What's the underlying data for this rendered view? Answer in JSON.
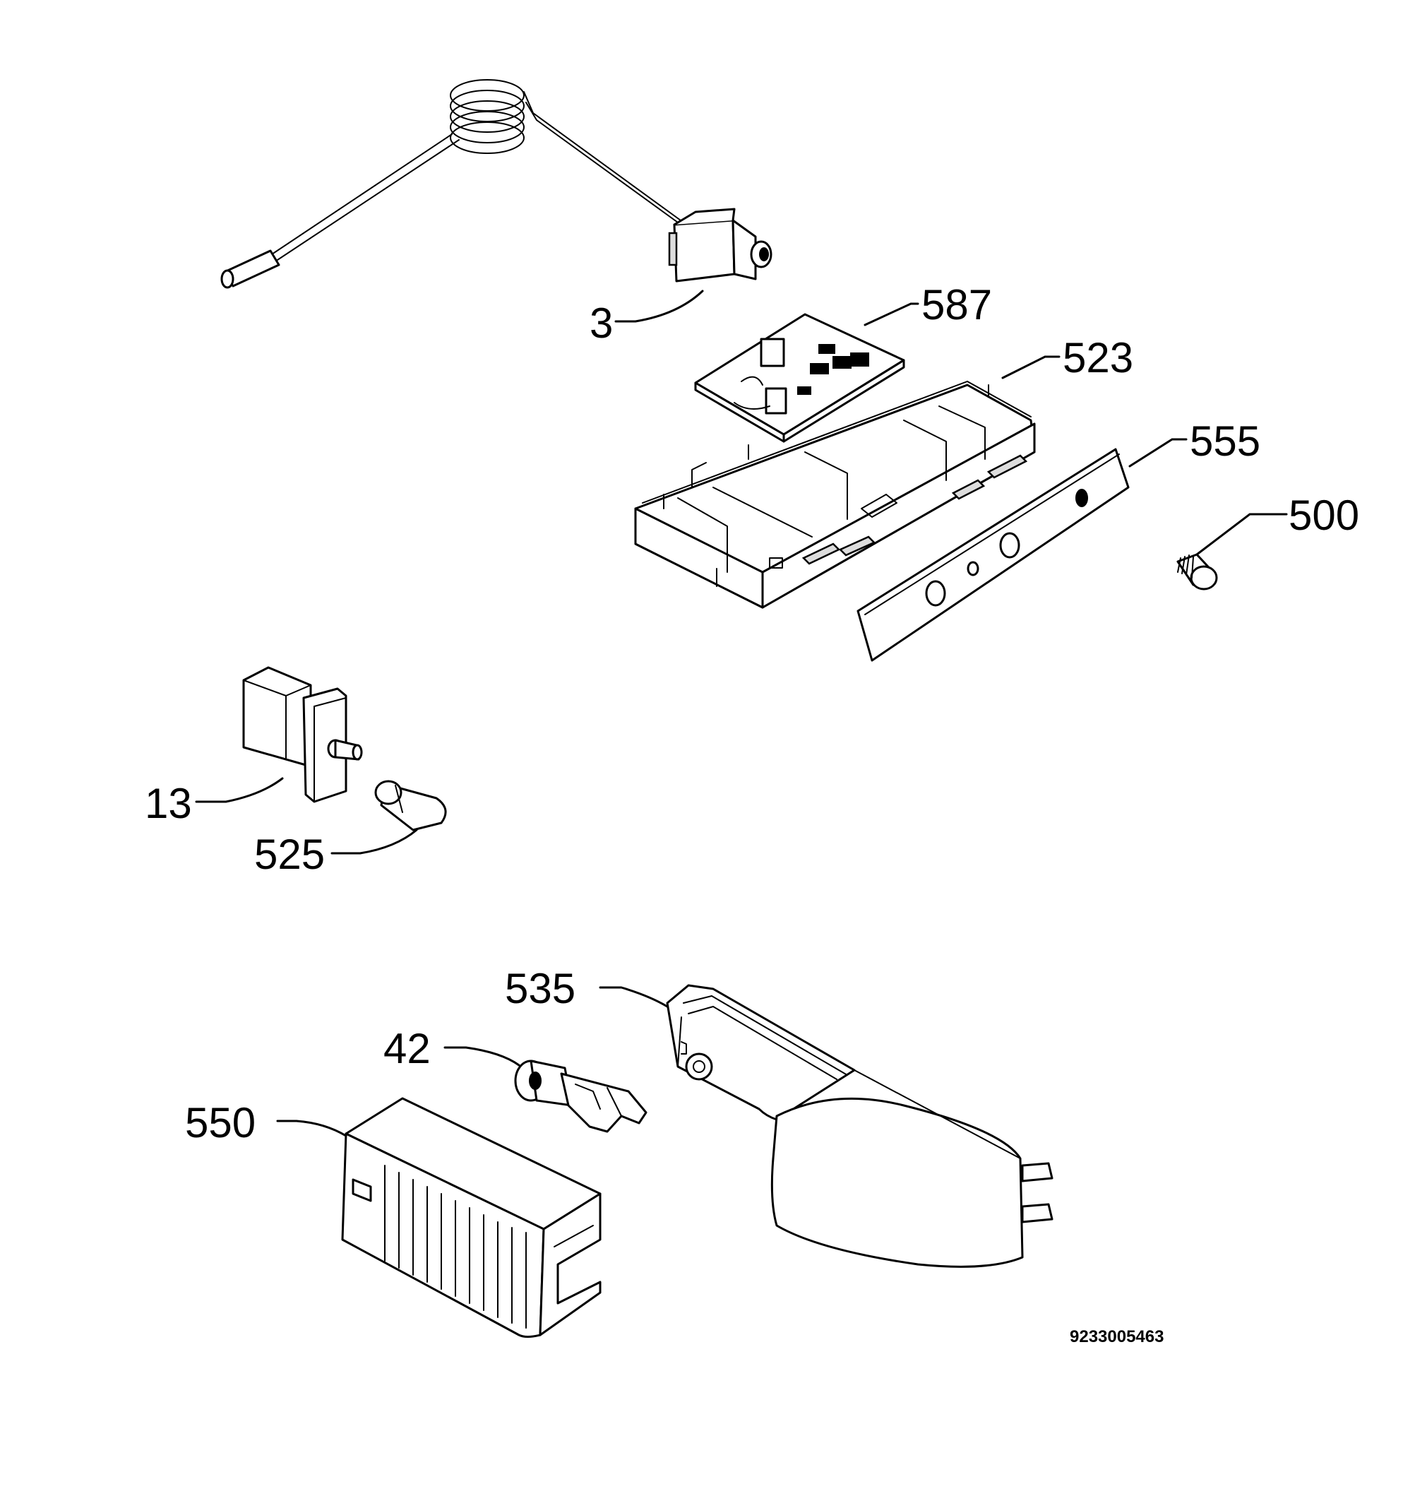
{
  "diagram": {
    "document_number": "9233005463",
    "callouts": [
      {
        "id": "3",
        "label": "3"
      },
      {
        "id": "587",
        "label": "587"
      },
      {
        "id": "523",
        "label": "523"
      },
      {
        "id": "555",
        "label": "555"
      },
      {
        "id": "500",
        "label": "500"
      },
      {
        "id": "13",
        "label": "13"
      },
      {
        "id": "525",
        "label": "525"
      },
      {
        "id": "535",
        "label": "535"
      },
      {
        "id": "42",
        "label": "42"
      },
      {
        "id": "550",
        "label": "550"
      }
    ]
  }
}
